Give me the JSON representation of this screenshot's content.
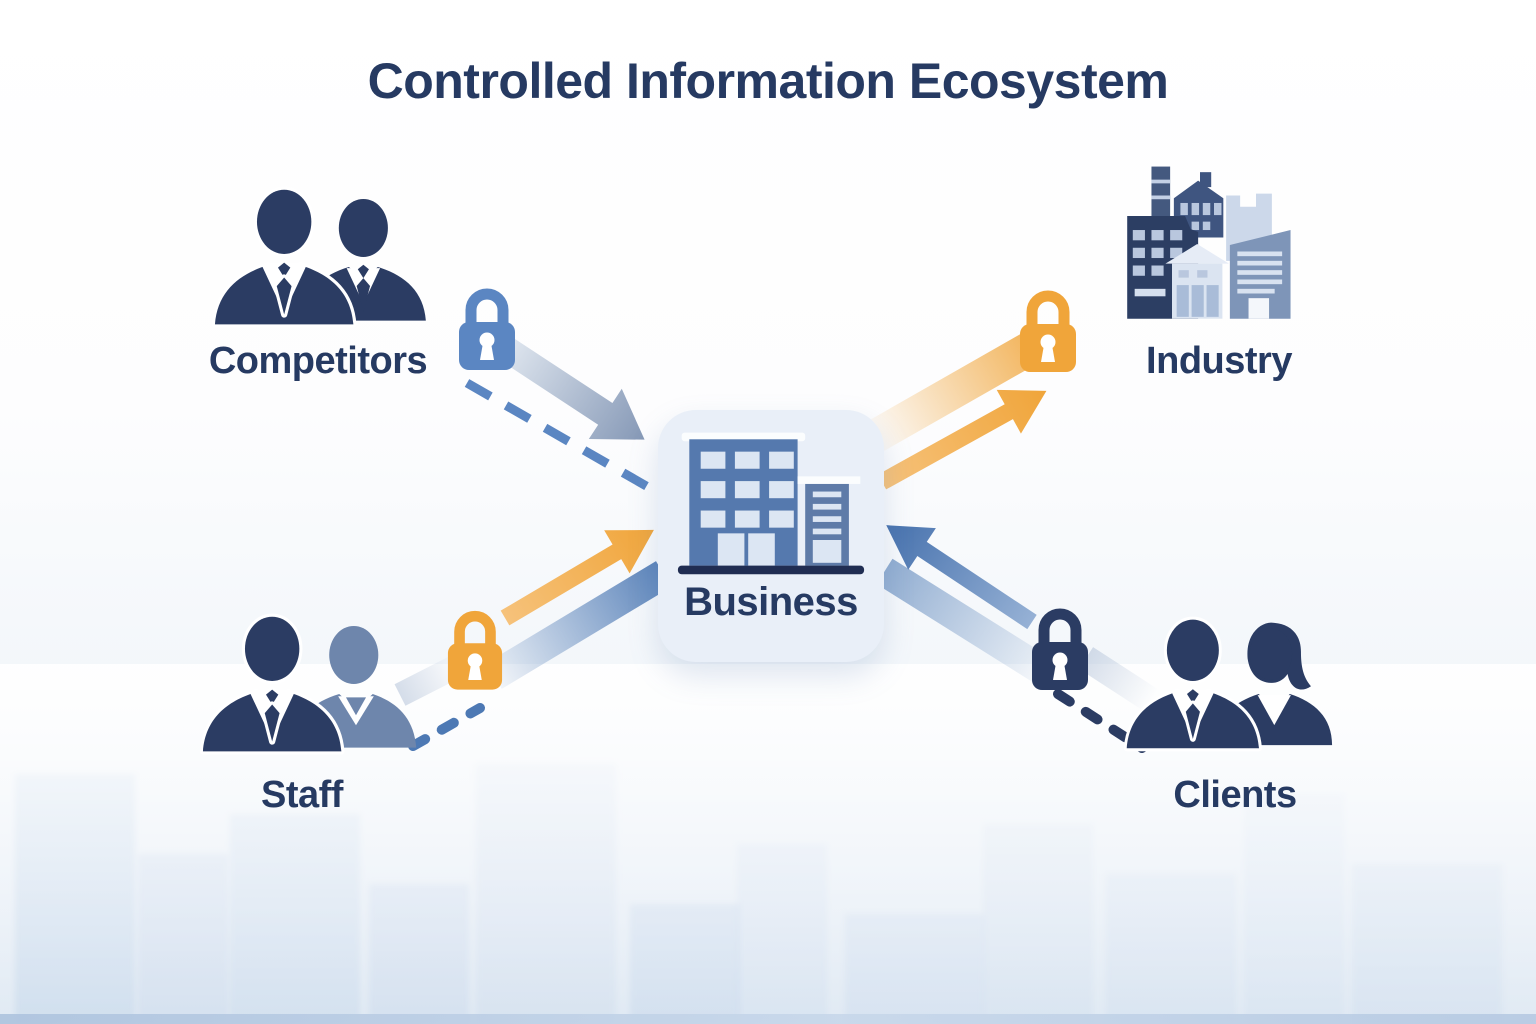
{
  "title": "Controlled Information Ecosystem",
  "nodes": {
    "competitors": {
      "label": "Competitors",
      "icon": "two-businessmen-silhouette"
    },
    "industry": {
      "label": "Industry",
      "icon": "city-buildings"
    },
    "business": {
      "label": "Business",
      "icon": "office-building"
    },
    "staff": {
      "label": "Staff",
      "icon": "two-staff-silhouette"
    },
    "clients": {
      "label": "Clients",
      "icon": "man-and-woman-silhouette"
    }
  },
  "connections": [
    {
      "from": "competitors",
      "to": "business",
      "style": "gray-gradient-arrow with dashed blue line",
      "lock": "blue"
    },
    {
      "from": "business",
      "to": "industry",
      "style": "orange-arrow with fading orange band",
      "lock": "orange"
    },
    {
      "from": "staff",
      "to": "business",
      "style": "orange-arrow with fading blue band and dashed line",
      "lock": "orange"
    },
    {
      "from": "clients",
      "to": "business",
      "style": "blue-arrow with fading blue band and dashed line",
      "lock": "navy"
    }
  ],
  "locks": [
    {
      "id": "lock-competitors",
      "color_name": "blue"
    },
    {
      "id": "lock-industry",
      "color_name": "orange"
    },
    {
      "id": "lock-staff",
      "color_name": "orange"
    },
    {
      "id": "lock-clients",
      "color_name": "navy"
    }
  ],
  "colors": {
    "title": "#263a62",
    "navy": "#2b3c63",
    "navydeep": "#202d52",
    "blue": "#5b86c2",
    "bluemid": "#4d79b4",
    "bluesoft": "#7e9fc9",
    "orange": "#f0a53a",
    "orangelight": "#f6c27b",
    "staffblue": "#6e86ac",
    "card": "#e9eff8",
    "bmain": "#5579ae",
    "bannex": "#5e7ba8",
    "window": "#dce6f3",
    "inddark": "#2c3e63",
    "indmid": "#3f5580",
    "indtower": "#44597f",
    "indlight": "#ccd8ea",
    "indhouse": "#dbe4f1",
    "indright": "#7e95b8",
    "indwin": "#b9c7de",
    "indstore": "#a9bcd8"
  }
}
